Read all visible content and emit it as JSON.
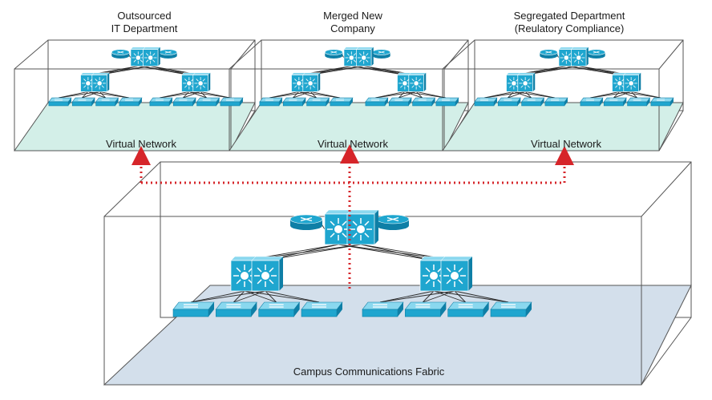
{
  "virtual_networks": [
    {
      "title_line1": "Outsourced",
      "title_line2": "IT Department",
      "floor_label": "Virtual Network"
    },
    {
      "title_line1": "Merged New",
      "title_line2": "Company",
      "floor_label": "Virtual Network"
    },
    {
      "title_line1": "Segregated Department",
      "title_line2": "(Reulatory Compliance)",
      "floor_label": "Virtual Network"
    }
  ],
  "fabric": {
    "floor_label": "Campus Communications Fabric"
  },
  "colors": {
    "device": "#1fa6cf",
    "device_dark": "#0f7fa6",
    "device_light": "#8ad8ef",
    "virtual_floor": "#d3efe8",
    "fabric_floor": "#d3dfeb",
    "link": "#2a2a2a",
    "arrow": "#d6252a",
    "box_edge": "#555555"
  }
}
